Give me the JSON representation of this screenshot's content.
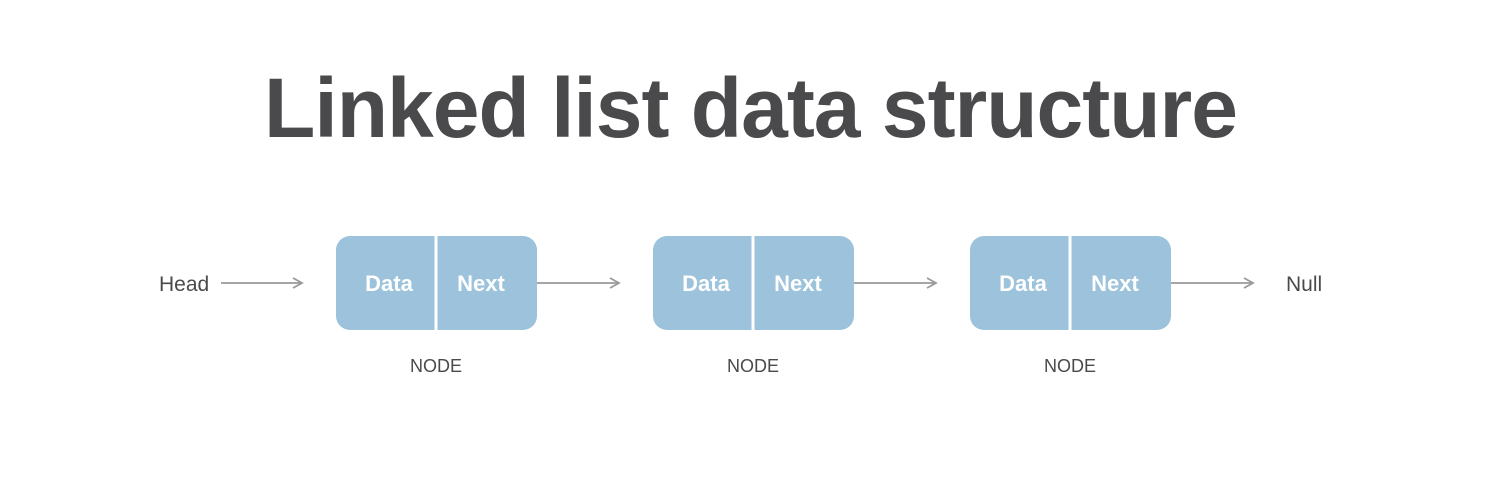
{
  "title": "Linked list data structure",
  "head_label": "Head",
  "null_label": "Null",
  "nodes": [
    {
      "data_label": "Data",
      "next_label": "Next",
      "caption": "NODE"
    },
    {
      "data_label": "Data",
      "next_label": "Next",
      "caption": "NODE"
    },
    {
      "data_label": "Data",
      "next_label": "Next",
      "caption": "NODE"
    }
  ],
  "colors": {
    "node_fill": "#9dc3dc",
    "text_dark": "#4a4a4c",
    "arrow": "#9a9a9a",
    "cell_text": "#ffffff"
  }
}
